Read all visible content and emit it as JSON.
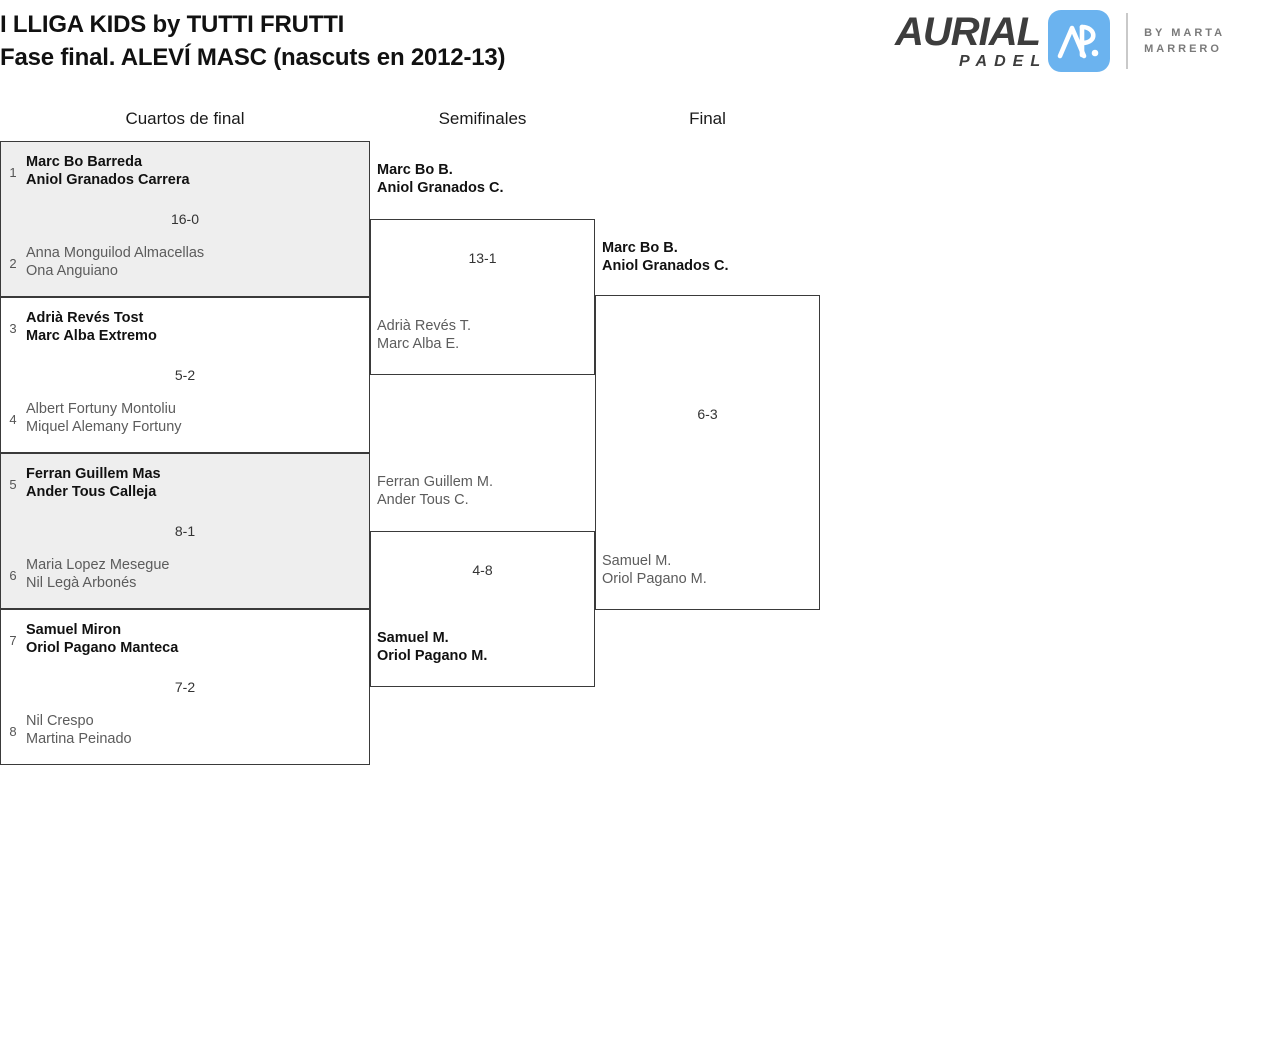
{
  "header": {
    "title_line1": "I LLIGA KIDS by TUTTI FRUTTI",
    "title_line2": "Fase final. ALEVÍ MASC (nascuts en 2012-13)"
  },
  "logo": {
    "brand": "AURIAL",
    "sub": "PADEL",
    "mark_icon": "ap-monogram-icon",
    "by_line1": "BY MARTA",
    "by_line2": "MARRERO",
    "accent_color": "#6bb3ef",
    "text_color": "#3d3d3d"
  },
  "rounds": [
    {
      "label": "Cuartos de final"
    },
    {
      "label": "Semifinales"
    },
    {
      "label": "Final"
    }
  ],
  "quarterfinals": [
    {
      "score": "16-0",
      "top": {
        "seed": "1",
        "p1": "Marc Bo Barreda",
        "p2": "Aniol Granados Carrera",
        "winner": true
      },
      "bottom": {
        "seed": "2",
        "p1": "Anna Monguilod Almacellas",
        "p2": "Ona Anguiano",
        "winner": false
      }
    },
    {
      "score": "5-2",
      "top": {
        "seed": "3",
        "p1": "Adrià Revés Tost",
        "p2": "Marc Alba Extremo",
        "winner": true
      },
      "bottom": {
        "seed": "4",
        "p1": "Albert Fortuny Montoliu",
        "p2": "Miquel Alemany Fortuny",
        "winner": false
      }
    },
    {
      "score": "8-1",
      "top": {
        "seed": "5",
        "p1": "Ferran Guillem Mas",
        "p2": "Ander Tous Calleja",
        "winner": true
      },
      "bottom": {
        "seed": "6",
        "p1": "Maria Lopez Mesegue",
        "p2": "Nil Legà Arbonés",
        "winner": false
      }
    },
    {
      "score": "7-2",
      "top": {
        "seed": "7",
        "p1": "Samuel Miron",
        "p2": "Oriol Pagano Manteca",
        "winner": true
      },
      "bottom": {
        "seed": "8",
        "p1": "Nil Crespo",
        "p2": "Martina Peinado",
        "winner": false
      }
    }
  ],
  "semifinals": [
    {
      "score": "13-1",
      "top": {
        "p1": "Marc Bo B.",
        "p2": "Aniol Granados C.",
        "winner": true
      },
      "bottom": {
        "p1": "Adrià Revés T.",
        "p2": "Marc Alba E.",
        "winner": false
      }
    },
    {
      "score": "4-8",
      "top": {
        "p1": "Ferran Guillem M.",
        "p2": "Ander Tous C.",
        "winner": false
      },
      "bottom": {
        "p1": "Samuel M.",
        "p2": "Oriol Pagano M.",
        "winner": true
      }
    }
  ],
  "final": {
    "score": "6-3",
    "top": {
      "p1": "Marc Bo B.",
      "p2": "Aniol Granados C.",
      "winner": true
    },
    "bottom": {
      "p1": "Samuel M.",
      "p2": "Oriol Pagano M.",
      "winner": false
    }
  }
}
